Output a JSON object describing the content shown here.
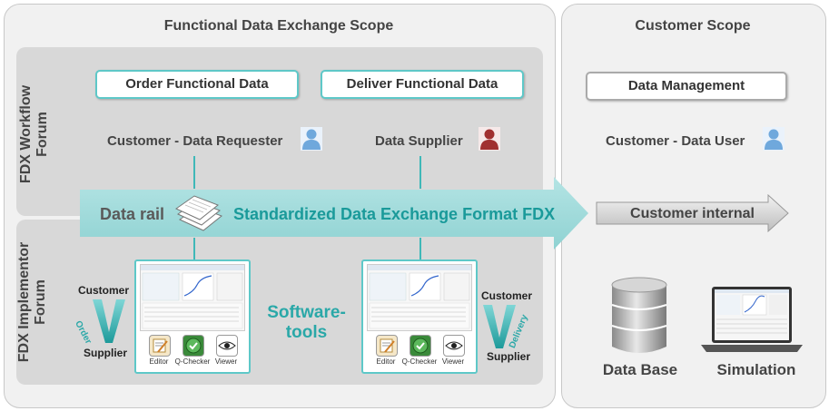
{
  "scopes": {
    "functional_title": "Functional Data Exchange Scope",
    "customer_title": "Customer Scope"
  },
  "forums": {
    "workflow": "FDX Workflow Forum",
    "implementor": "FDX Implementor Forum"
  },
  "workflow": {
    "order_label": "Order Functional Data",
    "deliver_label": "Deliver Functional Data",
    "data_management_label": "Data Management",
    "requester": "Customer - Data Requester",
    "supplier": "Data Supplier",
    "user": "Customer - Data User"
  },
  "rail": {
    "data_rail": "Data rail",
    "format": "Standardized Data Exchange Format FDX",
    "internal": "Customer internal"
  },
  "tools": {
    "editor": "Editor",
    "checker": "Q-Checker",
    "viewer": "Viewer",
    "software_tools": "Software-tools"
  },
  "v_model": {
    "customer": "Customer",
    "supplier": "Supplier",
    "order": "Order",
    "delivery": "Delivery"
  },
  "customer_side": {
    "database": "Data Base",
    "simulation": "Simulation"
  },
  "colors": {
    "teal": "#3fb8b8",
    "rail": "#9ed9d9",
    "requester_user": "#6fa8dc",
    "supplier_user": "#a03030"
  }
}
